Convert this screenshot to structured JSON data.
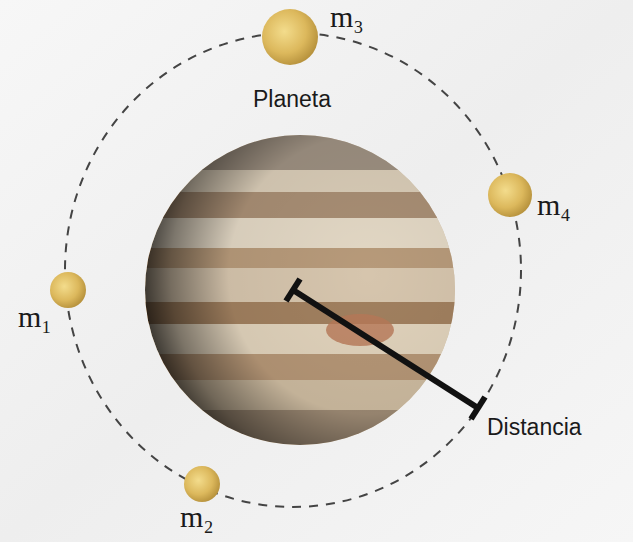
{
  "diagram": {
    "labels": [
      "m₃",
      "Planeta",
      "m₄",
      "m₁",
      "m₂",
      "Distancia"
    ]
  }
}
